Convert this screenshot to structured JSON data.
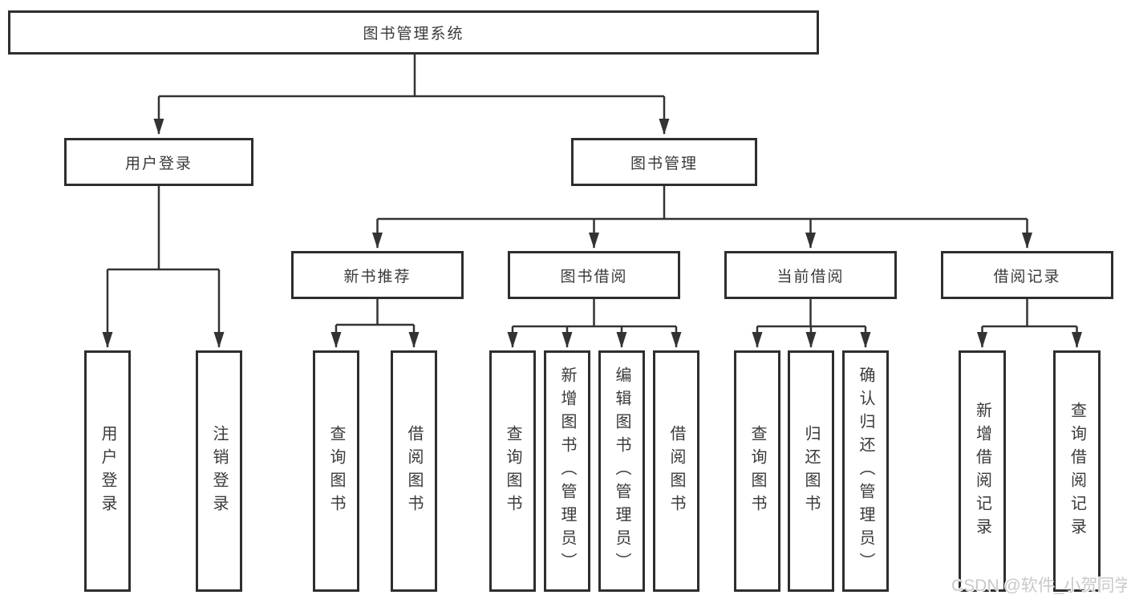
{
  "diagram": {
    "type": "hierarchy-tree",
    "colors": {
      "box_border": "#2e2e2e",
      "line": "#333333",
      "text": "#3a3a3a",
      "background": "#ffffff",
      "watermark": "#c9c9cb"
    },
    "nodes": {
      "root": "图书管理系统",
      "l2": [
        "用户登录",
        "图书管理"
      ],
      "l3": [
        "新书推荐",
        "图书借阅",
        "当前借阅",
        "借阅记录"
      ],
      "leaves": [
        "用户登录",
        "注销登录",
        "查询图书",
        "借阅图书",
        "查询图书",
        "新增图书（管理员）",
        "编辑图书（管理员）",
        "借阅图书",
        "查询图书",
        "归还图书",
        "确认归还（管理员）",
        "新增借阅记录",
        "查询借阅记录"
      ]
    },
    "edges": [
      {
        "from": "图书管理系统",
        "to": "用户登录"
      },
      {
        "from": "图书管理系统",
        "to": "图书管理"
      },
      {
        "from": "用户登录",
        "to": "用户登录"
      },
      {
        "from": "用户登录",
        "to": "注销登录"
      },
      {
        "from": "图书管理",
        "to": "新书推荐"
      },
      {
        "from": "图书管理",
        "to": "图书借阅"
      },
      {
        "from": "图书管理",
        "to": "当前借阅"
      },
      {
        "from": "图书管理",
        "to": "借阅记录"
      },
      {
        "from": "新书推荐",
        "to": "查询图书"
      },
      {
        "from": "新书推荐",
        "to": "借阅图书"
      },
      {
        "from": "图书借阅",
        "to": "查询图书"
      },
      {
        "from": "图书借阅",
        "to": "新增图书（管理员）"
      },
      {
        "from": "图书借阅",
        "to": "编辑图书（管理员）"
      },
      {
        "from": "图书借阅",
        "to": "借阅图书"
      },
      {
        "from": "当前借阅",
        "to": "查询图书"
      },
      {
        "from": "当前借阅",
        "to": "归还图书"
      },
      {
        "from": "当前借阅",
        "to": "确认归还（管理员）"
      },
      {
        "from": "借阅记录",
        "to": "新增借阅记录"
      },
      {
        "from": "借阅记录",
        "to": "查询借阅记录"
      }
    ]
  },
  "watermark": {
    "text": "CSDN @软件_小贺同学"
  }
}
